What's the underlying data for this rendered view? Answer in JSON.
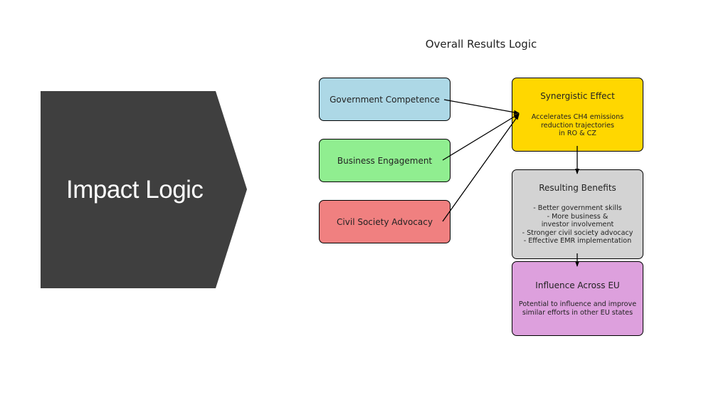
{
  "impact": {
    "title": "Impact Logic"
  },
  "diagram": {
    "title": "Overall Results Logic",
    "inputs": [
      {
        "label": "Government Competence",
        "color": "#add8e6"
      },
      {
        "label": "Business Engagement",
        "color": "#90ee90"
      },
      {
        "label": "Civil Society Advocacy",
        "color": "#f08080"
      }
    ],
    "synergy": {
      "title": "Synergistic Effect",
      "detail": "Accelerates CH4 emissions\nreduction trajectories\nin RO & CZ",
      "color": "#ffd700"
    },
    "benefits": {
      "title": "Resulting Benefits",
      "detail": "- Better government skills\n- More business &\ninvestor involvement\n- Stronger civil society advocacy\n- Effective EMR implementation",
      "color": "#d3d3d3"
    },
    "influence": {
      "title": "Influence Across EU",
      "detail": "Potential to influence and improve\nsimilar efforts in other EU states",
      "color": "#dda0dd"
    }
  }
}
